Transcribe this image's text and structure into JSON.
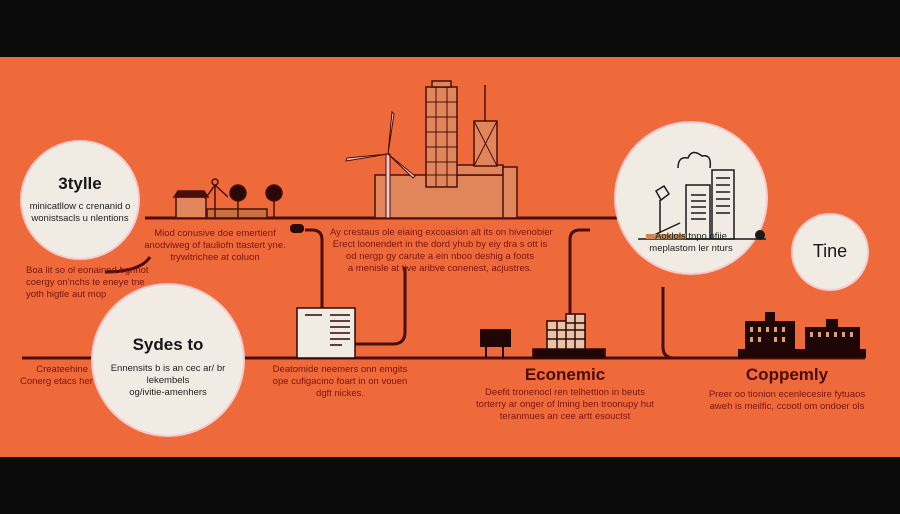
{
  "colors": {
    "background": "#ef6a3b",
    "frame": "#0b0b0b",
    "line": "#4a0e0c",
    "circle": "#f1ece3",
    "text": "#7a1410"
  },
  "circles": [
    {
      "title": "3tylle",
      "body": [
        "minicatllow c crenanid o",
        "wonistsacls u nlentions"
      ]
    },
    {
      "title": "Sydes to",
      "body": [
        "Ennensits b is an cec ar/ br lekembels",
        "og/ivitie-amenhers"
      ]
    },
    {
      "title": "",
      "body": [
        "Aoklols tnpo ofiie",
        "meplastom ler nturs"
      ]
    },
    {
      "title": "Tine",
      "body": []
    }
  ],
  "texts": {
    "farm": [
      "Miod conusive doe emertienf",
      "anodviweg of fauliofn ttastert yne.",
      "trywitrichee at coluon"
    ],
    "city": [
      "Ay crestaus ole eiaing excoasion alt its on hivenobier",
      "Erect loonendert in the dord yhub by eiy dra s ott is",
      "od nergp gy carute a ein nboo deshig a foots",
      "a menisle at tive aribve conenest, acjustres."
    ],
    "left_upper": [
      "Boa lit so ol eonained bgnnot",
      "coergy on'nchs te eneye tne",
      "yoth higtle aut mop"
    ],
    "left_lower": [
      "Createehine",
      "Conerg etacs her"
    ],
    "document": [
      "Deatomide neemers onn emgits",
      "ope cufigacino foart in on vouen",
      "dgft nickes."
    ]
  },
  "sections": [
    {
      "heading": "Econemic",
      "body": [
        "Deefit tronenocl ren telhettion in beuts",
        "torterry ar onger of lming ben troonupy hut",
        "teranmues an cee artt esouctst"
      ]
    },
    {
      "heading": "Coppemly",
      "body": [
        "Preer oo tionion ecenlecesire fytuaos",
        "aweh is meilfic, ccootl om ondoer ols"
      ]
    }
  ],
  "icons": [
    "farm-icon",
    "wind-turbine-icon",
    "skyscraper-icon",
    "factory-icon",
    "document-icon",
    "billboard-icon",
    "office-building-icon",
    "city-office-icon",
    "town-hall-icon"
  ]
}
